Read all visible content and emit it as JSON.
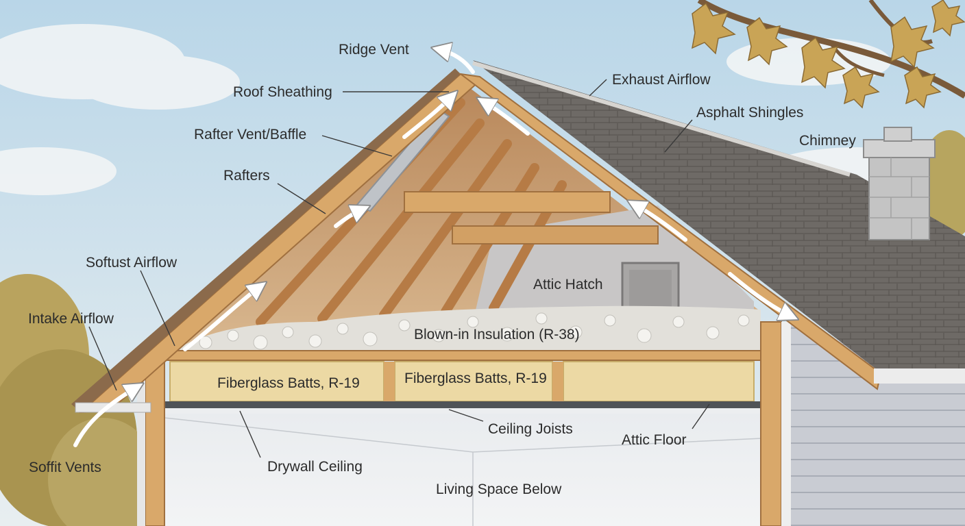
{
  "labels": {
    "ridge_vent": "Ridge Vent",
    "roof_sheathing": "Roof Sheathing",
    "rafter_vent_baffle": "Rafter Vent/Baffle",
    "rafters": "Rafters",
    "softust_airflow": "Softust Airflow",
    "intake_airflow": "Intake Airflow",
    "soffit_vents": "Soffit Vents",
    "exhaust_airflow": "Exhaust Airflow",
    "asphalt_shingles": "Asphalt Shingles",
    "chimney": "Chimney",
    "attic_hatch": "Attic Hatch",
    "blown_in_insulation": "Blown-in Insulation (R-38)",
    "fiberglass_batts_1": "Fiberglass Batts, R-19",
    "fiberglass_batts_2": "Fiberglass Batts, R-19",
    "ceiling_joists": "Ceiling Joists",
    "attic_floor": "Attic Floor",
    "drywall_ceiling": "Drywall Ceiling",
    "living_space_below": "Living Space Below"
  },
  "colors": {
    "sky": "#cfe3ef",
    "wood": "#d9a86a",
    "wood_dark": "#b07a45",
    "shingles": "#6e6a66",
    "insulation": "#e4e2dc",
    "fiberglass": "#ecd9a4",
    "siding": "#c9ccd3",
    "chimney": "#c3c3c3",
    "leaves": "#c9a456",
    "label_text": "#2b2b2b"
  }
}
